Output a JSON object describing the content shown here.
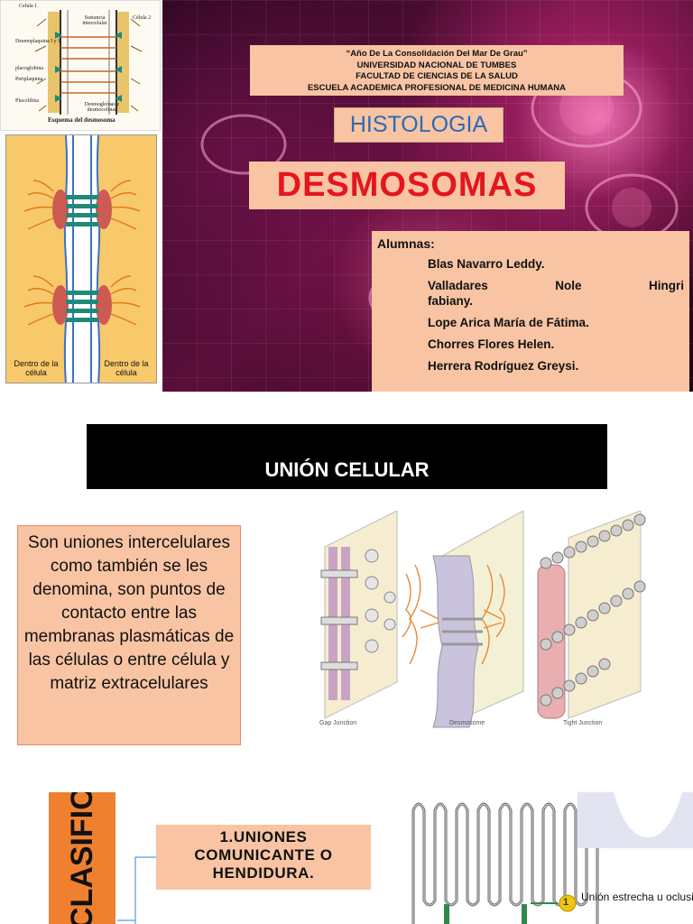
{
  "slide1": {
    "scheme": {
      "label_cell1": "Celula 1",
      "label_cell2": "Célula 2",
      "label_intercellular": "Sustancia intercelular",
      "label_desmoplakin": "Desmoplaquina I y II",
      "label_plakoglobin": "placoglobina",
      "label_periplakin": "Periplaquina",
      "label_plakophilin": "Placofilina",
      "label_desmogleins": "Desmogleínas y desmocolinas",
      "caption": "Esquema del desmosoma"
    },
    "cell_image": {
      "label_inside_left": "Dentro de la célula",
      "label_inside_right": "Dentro de la célula"
    },
    "header": {
      "line1": "“Año De La Consolidación Del Mar De Grau”",
      "line2": "UNIVERSIDAD NACIONAL DE TUMBES",
      "line3": "FACULTAD DE CIENCIAS DE LA SALUD",
      "line4": "ESCUELA ACADEMICA PROFESIONAL DE MEDICINA HUMANA"
    },
    "subject": "HISTOLOGIA",
    "topic": "DESMOSOMAS",
    "students_title": "Alumnas:",
    "students": [
      "Blas Navarro Leddy.",
      "Valladares Nole Hingri",
      "fabiany.",
      "Lope Arica María de Fátima.",
      "Chorres Flores Helen.",
      "Herrera Rodríguez Greysi."
    ]
  },
  "slide2": {
    "banner": "UNIÓN CELULAR",
    "definition": "Son uniones intercelulares como también se les denomina, son puntos de contacto entre las membranas plasmáticas de las células o entre célula y matriz extracelulares",
    "junction_labels": {
      "gap": "Gap Junction",
      "desmosome": "Desmosome",
      "tight": "Tight Junction"
    }
  },
  "slide3": {
    "class_word": "CLASIFICACION",
    "type1_line1": "1.UNIONES",
    "type1_line2": "COMUNICANTE O",
    "type1_line3": "HENDIDURA.",
    "tight_number": "1",
    "tight_label": "Unión estrecha u oclusiva"
  },
  "colors": {
    "peach": "#f8c4a3",
    "title_red": "#e3161e",
    "subject_blue": "#2c6bb3",
    "tab_orange": "#ef8030",
    "banner_black": "#000000"
  }
}
